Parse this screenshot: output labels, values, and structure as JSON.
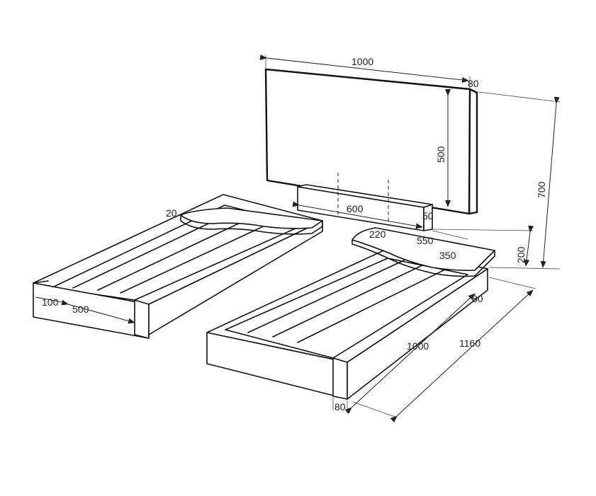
{
  "dimensions": {
    "stele_width": "1000",
    "stele_thickness": "80",
    "stele_height": "500",
    "overall_height": "700",
    "base_length": "600",
    "base_height_small": "50",
    "base_height": "200",
    "flower_overhang": "20",
    "flower_width": "220",
    "flower_length": "550",
    "flower_depth": "350",
    "curb_thickness_right": "80",
    "curb_length_inner": "1000",
    "curb_length_overall": "1160",
    "curb_thickness_front": "80",
    "left_curb_100": "100",
    "left_curb_500": "500"
  }
}
